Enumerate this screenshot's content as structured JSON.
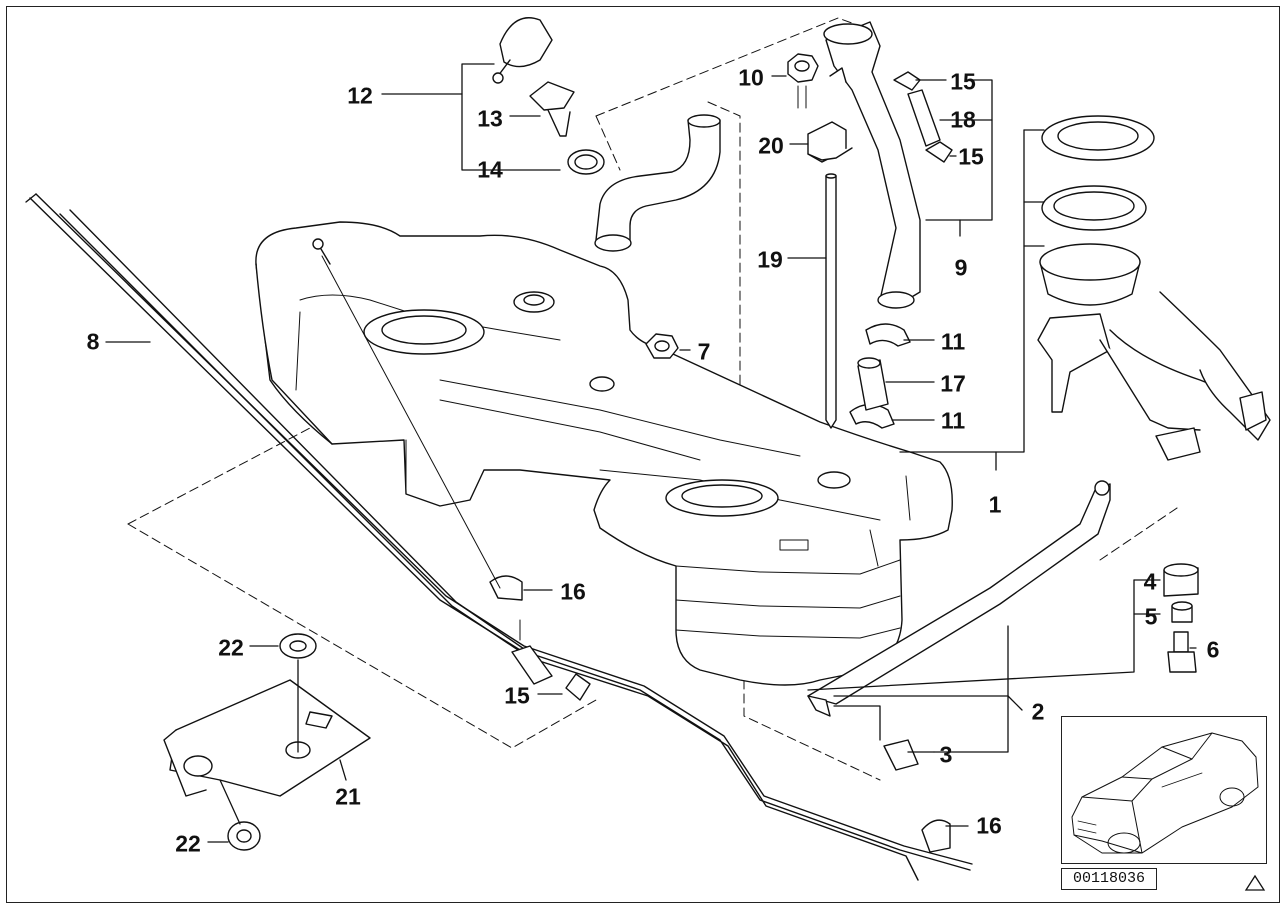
{
  "diagram": {
    "callouts": {
      "c1": "1",
      "c2": "2",
      "c3": "3",
      "c4": "4",
      "c5": "5",
      "c6": "6",
      "c7": "7",
      "c8": "8",
      "c9": "9",
      "c10": "10",
      "c11a": "11",
      "c11b": "11",
      "c12": "12",
      "c13": "13",
      "c14": "14",
      "c15a": "15",
      "c15b": "15",
      "c15c": "15",
      "c16a": "16",
      "c16b": "16",
      "c17": "17",
      "c18": "18",
      "c19": "19",
      "c20": "20",
      "c21": "21",
      "c22a": "22",
      "c22b": "22"
    },
    "document_number": "00118036",
    "inset_icon": "car-overview-icon",
    "corner_icon": "triangle-icon",
    "line_color": "#111111",
    "background": "#ffffff"
  }
}
